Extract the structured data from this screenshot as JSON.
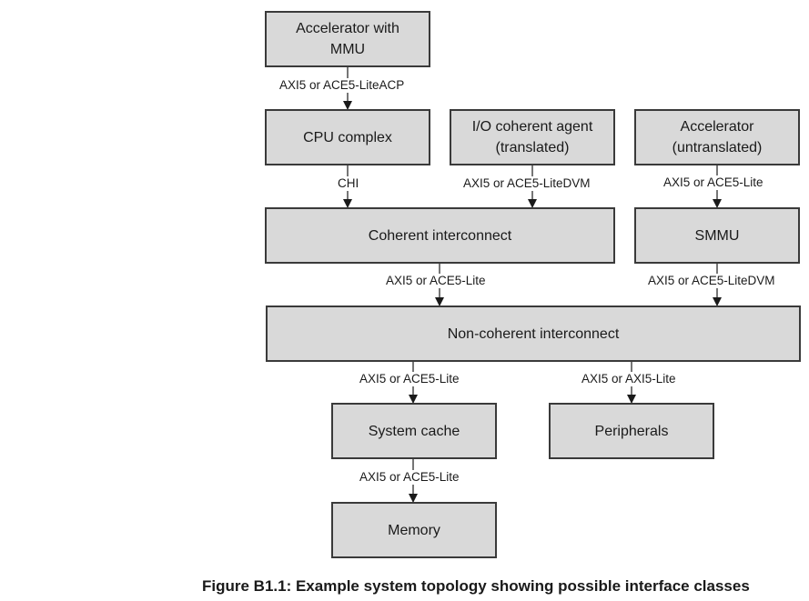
{
  "boxes": {
    "accel_mmu": "Accelerator with\nMMU",
    "cpu": "CPU complex",
    "io_agent": "I/O coherent agent\n(translated)",
    "accel_untrans": "Accelerator\n(untranslated)",
    "coherent_ic": "Coherent interconnect",
    "smmu": "SMMU",
    "noncoherent_ic": "Non-coherent interconnect",
    "system_cache": "System cache",
    "peripherals": "Peripherals",
    "memory": "Memory"
  },
  "links": {
    "accel_to_cpu": "AXI5 or ACE5-LiteACP",
    "cpu_to_coherent": "CHI",
    "io_to_coherent": "AXI5 or ACE5-LiteDVM",
    "accel_to_smmu": "AXI5 or ACE5-Lite",
    "coherent_to_noncoherent": "AXI5 or ACE5-Lite",
    "smmu_to_noncoherent": "AXI5 or ACE5-LiteDVM",
    "noncoherent_to_cache": "AXI5 or ACE5-Lite",
    "noncoherent_to_peripherals": "AXI5 or AXI5-Lite",
    "cache_to_memory": "AXI5 or ACE5-Lite"
  },
  "caption": "Figure B1.1: Example system topology showing possible interface classes"
}
